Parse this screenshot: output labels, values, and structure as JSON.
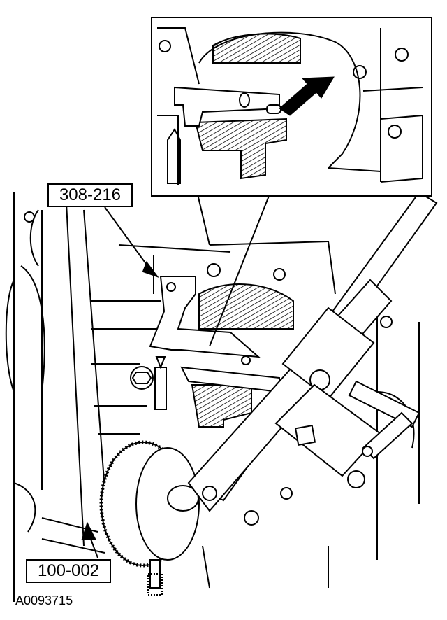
{
  "callouts": {
    "tool_top": "308-216",
    "tool_bottom": "100-002"
  },
  "figure_id": "A0093715",
  "colors": {
    "line": "#000000",
    "background": "#ffffff"
  }
}
